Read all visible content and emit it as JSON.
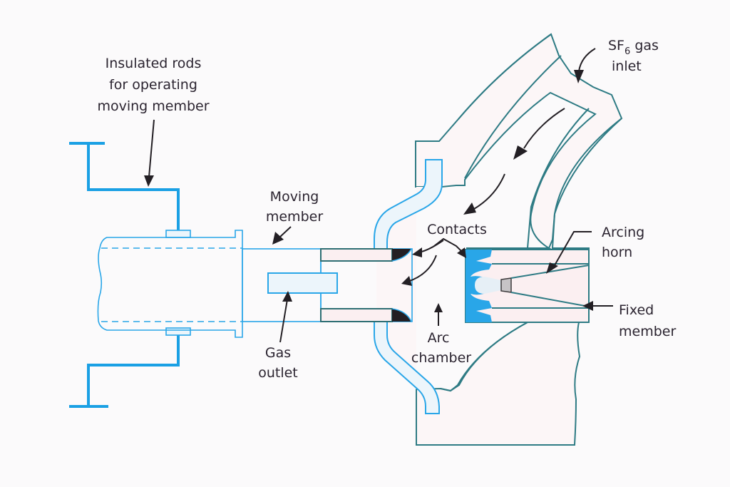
{
  "diagram": {
    "subject": "SF6 gas circuit breaker (cross-section)",
    "labels": {
      "insulated_rods": [
        "Insulated rods",
        "for operating",
        "moving member"
      ],
      "moving_member": [
        "Moving",
        "member"
      ],
      "gas_outlet": [
        "Gas",
        "outlet"
      ],
      "contacts": "Contacts",
      "arc_chamber": [
        "Arc",
        "chamber"
      ],
      "sf6_inlet": {
        "prefix": "SF",
        "subscript": "6",
        "suffix": " gas",
        "line2": "inlet"
      },
      "arcing_horn": [
        "Arcing",
        "horn"
      ],
      "fixed_member": [
        "Fixed",
        "member"
      ]
    },
    "colors": {
      "background": "#fbfafb",
      "conductor_blue": "#1aa0e4",
      "housing_outline": "#2e7b84",
      "housing_fill": "#fcf6f7",
      "label_text": "#2b2430",
      "arrow": "#231f24"
    }
  }
}
